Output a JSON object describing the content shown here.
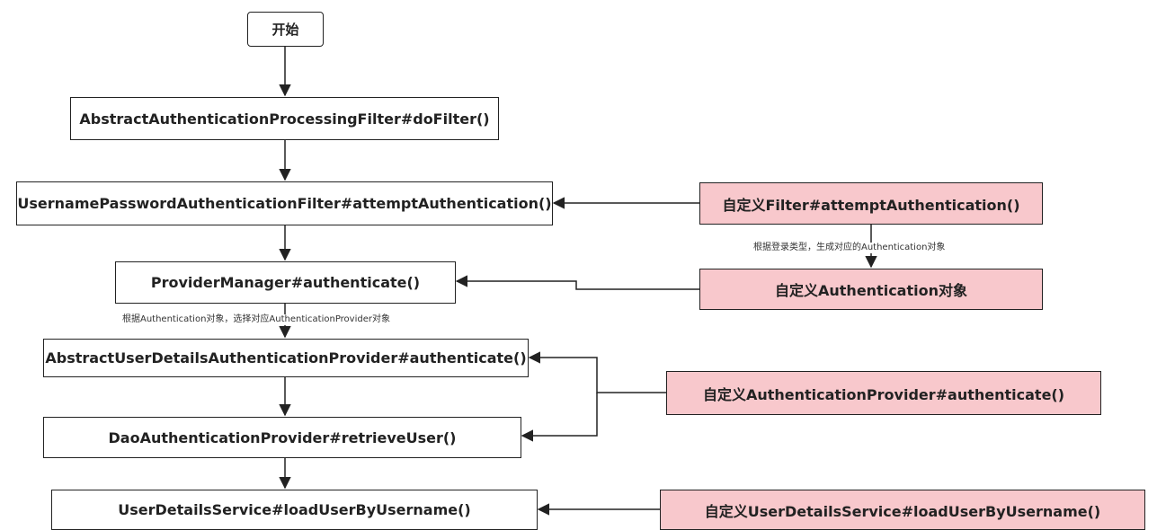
{
  "flow": {
    "start": "开始",
    "steps": [
      "AbstractAuthenticationProcessingFilter#doFilter()",
      "UsernamePasswordAuthenticationFilter#attemptAuthentication()",
      "ProviderManager#authenticate()",
      "AbstractUserDetailsAuthenticationProvider#authenticate()",
      "DaoAuthenticationProvider#retrieveUser()",
      "UserDetailsService#loadUserByUsername()"
    ],
    "step_edge_label": "根据Authentication对象，选择对应AuthenticationProvider对象"
  },
  "custom": {
    "filter": "自定义Filter#attemptAuthentication()",
    "authentication": "自定义Authentication对象",
    "provider": "自定义AuthenticationProvider#authenticate()",
    "user_details": "自定义UserDetailsService#loadUserByUsername()",
    "filter_edge_label": "根据登录类型，生成对应的Authentication对象"
  },
  "colors": {
    "custom_fill": "#f8c8cc",
    "stroke": "#222222"
  }
}
